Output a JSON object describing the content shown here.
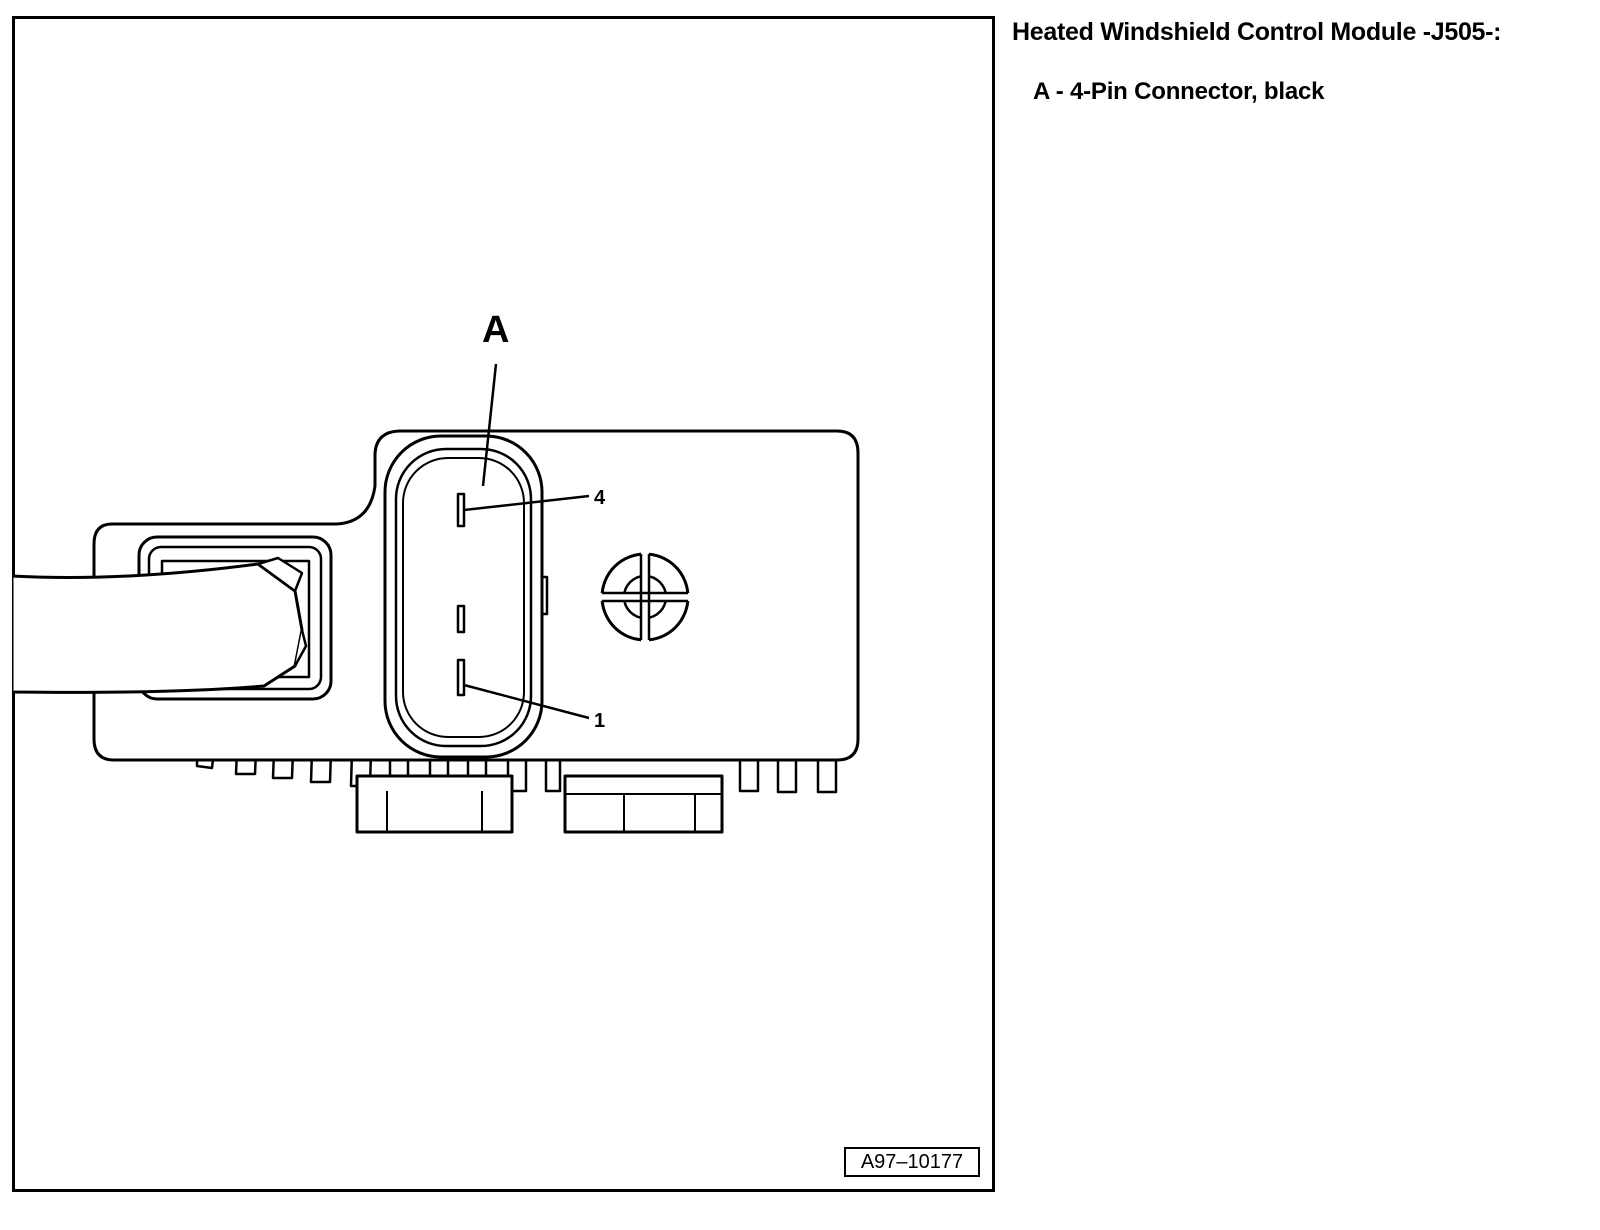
{
  "document": {
    "title": "Heated Windshield Control Module -J505-:",
    "legend": [
      {
        "key": "A",
        "text": "A - 4-Pin Connector, black"
      }
    ]
  },
  "figure": {
    "id": "A97–10177",
    "callouts": {
      "connector": "A",
      "pin_top": "4",
      "pin_bottom": "1"
    }
  }
}
